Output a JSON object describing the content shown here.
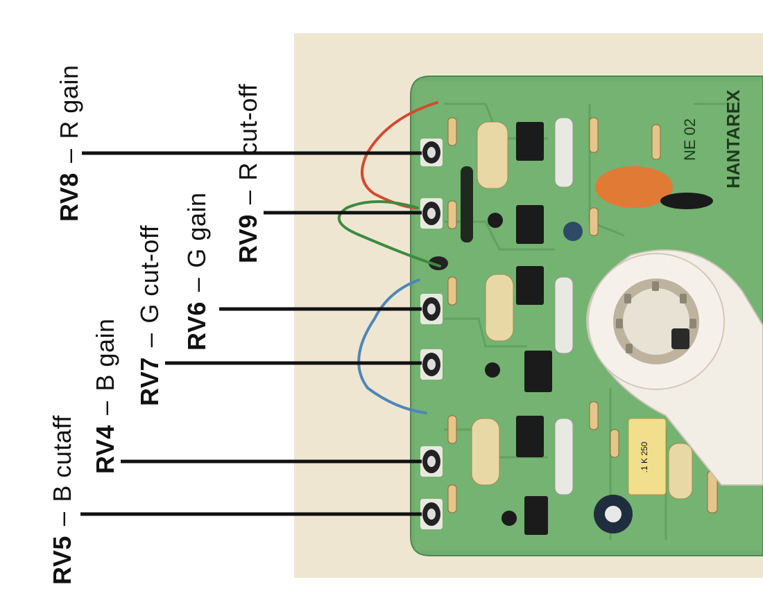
{
  "labels": [
    {
      "id": "rv8",
      "name": "RV8",
      "sep": "–",
      "desc": "R gain"
    },
    {
      "id": "rv9",
      "name": "RV9",
      "sep": "–",
      "desc": "R cut-off"
    },
    {
      "id": "rv6",
      "name": "RV6",
      "sep": "–",
      "desc": "G gain"
    },
    {
      "id": "rv7",
      "name": "RV7",
      "sep": "–",
      "desc": "G cut-off"
    },
    {
      "id": "rv4",
      "name": "RV4",
      "sep": "–",
      "desc": "B gain"
    },
    {
      "id": "rv5",
      "name": "RV5",
      "sep": "–",
      "desc": "B cutaff"
    }
  ],
  "board_text": {
    "brand": "HANTAREX",
    "model": "NE 02",
    "capacitor": ".1 K 250"
  },
  "colors": {
    "pcb": "#6fae6c",
    "background_panel": "#efe6d2",
    "wire_red": "#d24a2e",
    "wire_green": "#3d8a40",
    "wire_blue": "#4f86b7",
    "leader_line": "#111111"
  }
}
